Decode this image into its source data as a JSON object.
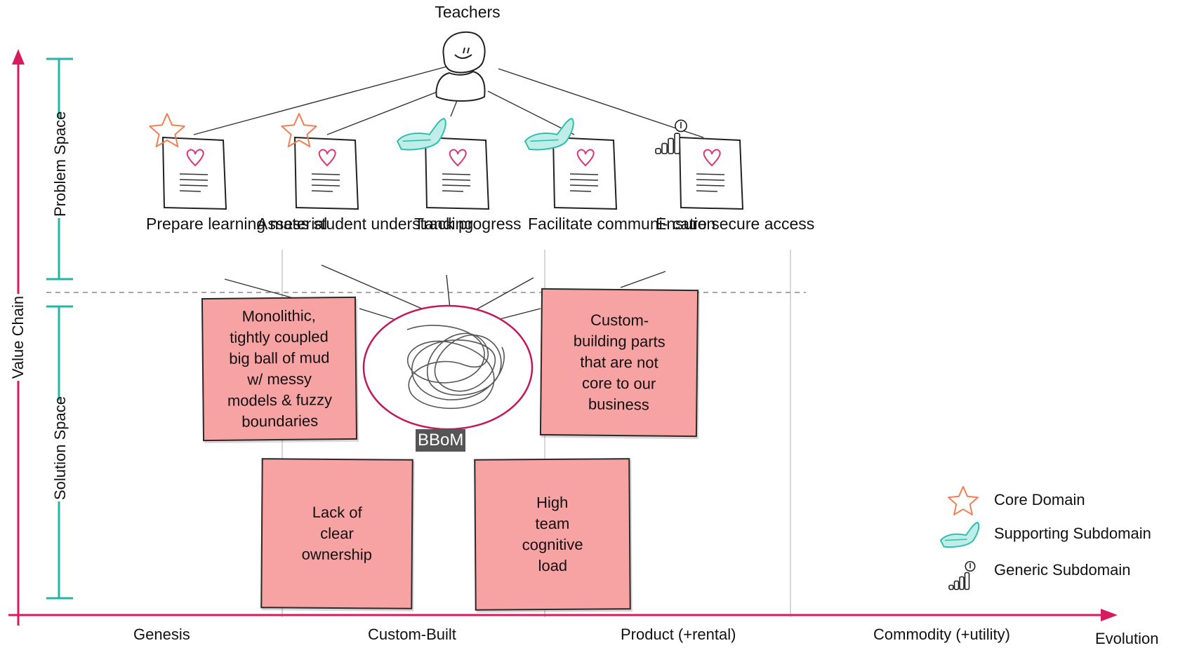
{
  "actor": {
    "label": "Teachers"
  },
  "needs": [
    {
      "label": "Prepare\nlearning\nmaterial",
      "type": "core"
    },
    {
      "label": "Assess student\nunderstanding",
      "type": "core"
    },
    {
      "label": "Track\nprogress",
      "type": "supporting"
    },
    {
      "label": "Facilitate\ncommuni-\ncation",
      "type": "supporting"
    },
    {
      "label": "Ensure\nsecure\naccess",
      "type": "generic"
    }
  ],
  "stickies": [
    {
      "text": "Monolithic,\ntightly coupled\nbig ball of mud\nw/ messy\nmodels & fuzzy\nboundaries"
    },
    {
      "text": "Custom-\nbuilding parts\nthat are not\ncore to our\nbusiness"
    },
    {
      "text": "Lack of\nclear\nownership"
    },
    {
      "text": "High\nteam\ncognitive\nload"
    }
  ],
  "bbom": {
    "label": "BBoM"
  },
  "axes": {
    "y_label": "Value Chain",
    "x_label": "Evolution",
    "problem_space": "Problem Space",
    "solution_space": "Solution Space",
    "stages": [
      "Genesis",
      "Custom-Built",
      "Product (+rental)",
      "Commodity (+utility)"
    ]
  },
  "legend": [
    {
      "label": "Core Domain",
      "icon": "star-icon"
    },
    {
      "label": "Supporting Subdomain",
      "icon": "hand-icon"
    },
    {
      "label": "Generic Subdomain",
      "icon": "tools-icon"
    }
  ],
  "colors": {
    "axis": "#d81b60",
    "bracket": "#26b5a5",
    "sticky": "#f7a2a3",
    "star": "#f07f55",
    "hand": "#2fbfb0",
    "heart": "#d63a7a",
    "bbom_ring": "#c2185b"
  }
}
